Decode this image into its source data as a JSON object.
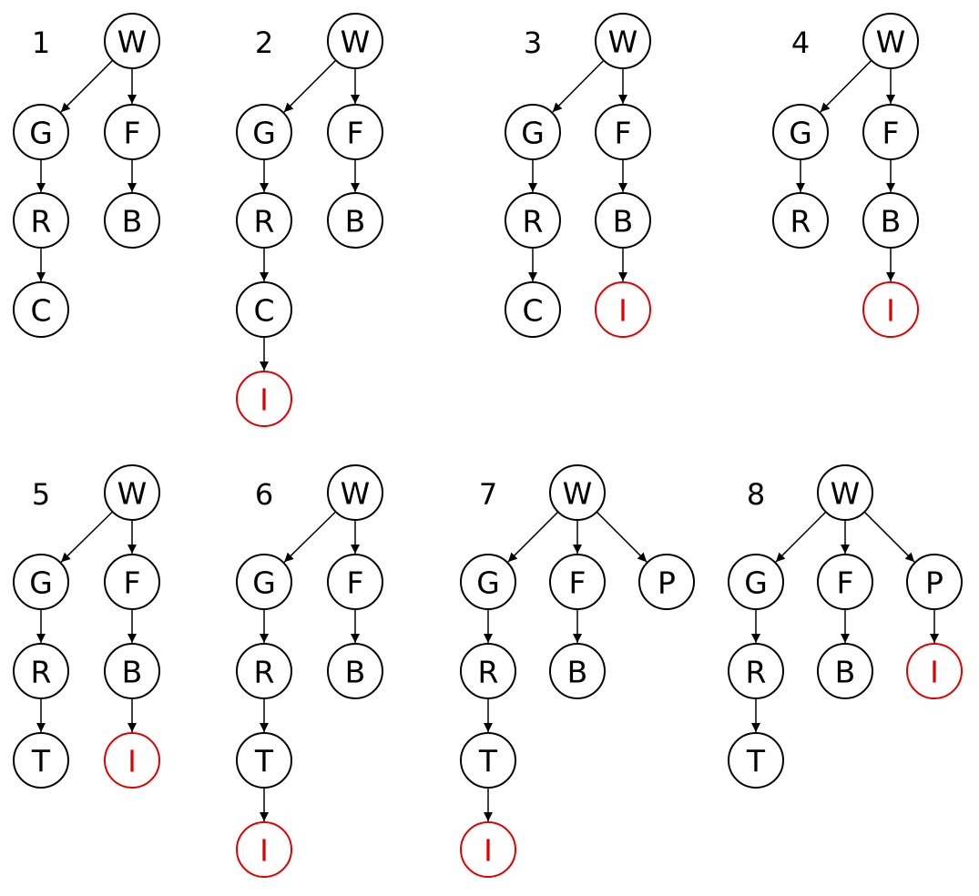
{
  "colors": {
    "normal": "#000000",
    "highlight": "#e00000",
    "background": "#ffffff"
  },
  "panels": [
    {
      "label": "1",
      "nodes": [
        {
          "id": "W",
          "label": "W"
        },
        {
          "id": "G",
          "label": "G"
        },
        {
          "id": "F",
          "label": "F"
        },
        {
          "id": "R",
          "label": "R"
        },
        {
          "id": "B",
          "label": "B"
        },
        {
          "id": "C",
          "label": "C"
        }
      ],
      "edges": [
        [
          "W",
          "G"
        ],
        [
          "W",
          "F"
        ],
        [
          "G",
          "R"
        ],
        [
          "F",
          "B"
        ],
        [
          "R",
          "C"
        ]
      ]
    },
    {
      "label": "2",
      "nodes": [
        {
          "id": "W",
          "label": "W"
        },
        {
          "id": "G",
          "label": "G"
        },
        {
          "id": "F",
          "label": "F"
        },
        {
          "id": "R",
          "label": "R"
        },
        {
          "id": "B",
          "label": "B"
        },
        {
          "id": "C",
          "label": "C"
        },
        {
          "id": "I",
          "label": "I",
          "highlight": true
        }
      ],
      "edges": [
        [
          "W",
          "G"
        ],
        [
          "W",
          "F"
        ],
        [
          "G",
          "R"
        ],
        [
          "F",
          "B"
        ],
        [
          "R",
          "C"
        ],
        [
          "C",
          "I"
        ]
      ]
    },
    {
      "label": "3",
      "nodes": [
        {
          "id": "W",
          "label": "W"
        },
        {
          "id": "G",
          "label": "G"
        },
        {
          "id": "F",
          "label": "F"
        },
        {
          "id": "R",
          "label": "R"
        },
        {
          "id": "B",
          "label": "B"
        },
        {
          "id": "C",
          "label": "C"
        },
        {
          "id": "I",
          "label": "I",
          "highlight": true
        }
      ],
      "edges": [
        [
          "W",
          "G"
        ],
        [
          "W",
          "F"
        ],
        [
          "G",
          "R"
        ],
        [
          "F",
          "B"
        ],
        [
          "R",
          "C"
        ],
        [
          "B",
          "I"
        ]
      ]
    },
    {
      "label": "4",
      "nodes": [
        {
          "id": "W",
          "label": "W"
        },
        {
          "id": "G",
          "label": "G"
        },
        {
          "id": "F",
          "label": "F"
        },
        {
          "id": "R",
          "label": "R"
        },
        {
          "id": "B",
          "label": "B"
        },
        {
          "id": "I",
          "label": "I",
          "highlight": true
        }
      ],
      "edges": [
        [
          "W",
          "G"
        ],
        [
          "W",
          "F"
        ],
        [
          "G",
          "R"
        ],
        [
          "F",
          "B"
        ],
        [
          "B",
          "I"
        ]
      ]
    },
    {
      "label": "5",
      "nodes": [
        {
          "id": "W",
          "label": "W"
        },
        {
          "id": "G",
          "label": "G"
        },
        {
          "id": "F",
          "label": "F"
        },
        {
          "id": "R",
          "label": "R"
        },
        {
          "id": "B",
          "label": "B"
        },
        {
          "id": "T",
          "label": "T"
        },
        {
          "id": "I",
          "label": "I",
          "highlight": true
        }
      ],
      "edges": [
        [
          "W",
          "G"
        ],
        [
          "W",
          "F"
        ],
        [
          "G",
          "R"
        ],
        [
          "F",
          "B"
        ],
        [
          "R",
          "T"
        ],
        [
          "B",
          "I"
        ]
      ]
    },
    {
      "label": "6",
      "nodes": [
        {
          "id": "W",
          "label": "W"
        },
        {
          "id": "G",
          "label": "G"
        },
        {
          "id": "F",
          "label": "F"
        },
        {
          "id": "R",
          "label": "R"
        },
        {
          "id": "B",
          "label": "B"
        },
        {
          "id": "T",
          "label": "T"
        },
        {
          "id": "I",
          "label": "I",
          "highlight": true
        }
      ],
      "edges": [
        [
          "W",
          "G"
        ],
        [
          "W",
          "F"
        ],
        [
          "G",
          "R"
        ],
        [
          "F",
          "B"
        ],
        [
          "R",
          "T"
        ],
        [
          "T",
          "I"
        ]
      ]
    },
    {
      "label": "7",
      "nodes": [
        {
          "id": "W",
          "label": "W"
        },
        {
          "id": "G",
          "label": "G"
        },
        {
          "id": "F",
          "label": "F"
        },
        {
          "id": "P",
          "label": "P"
        },
        {
          "id": "R",
          "label": "R"
        },
        {
          "id": "B",
          "label": "B"
        },
        {
          "id": "T",
          "label": "T"
        },
        {
          "id": "I",
          "label": "I",
          "highlight": true
        }
      ],
      "edges": [
        [
          "W",
          "G"
        ],
        [
          "W",
          "F"
        ],
        [
          "W",
          "P"
        ],
        [
          "G",
          "R"
        ],
        [
          "F",
          "B"
        ],
        [
          "R",
          "T"
        ],
        [
          "T",
          "I"
        ]
      ]
    },
    {
      "label": "8",
      "nodes": [
        {
          "id": "W",
          "label": "W"
        },
        {
          "id": "G",
          "label": "G"
        },
        {
          "id": "F",
          "label": "F"
        },
        {
          "id": "P",
          "label": "P"
        },
        {
          "id": "R",
          "label": "R"
        },
        {
          "id": "B",
          "label": "B"
        },
        {
          "id": "T",
          "label": "T"
        },
        {
          "id": "I",
          "label": "I",
          "highlight": true
        }
      ],
      "edges": [
        [
          "W",
          "G"
        ],
        [
          "W",
          "F"
        ],
        [
          "W",
          "P"
        ],
        [
          "G",
          "R"
        ],
        [
          "F",
          "B"
        ],
        [
          "R",
          "T"
        ],
        [
          "P",
          "I"
        ]
      ]
    }
  ]
}
